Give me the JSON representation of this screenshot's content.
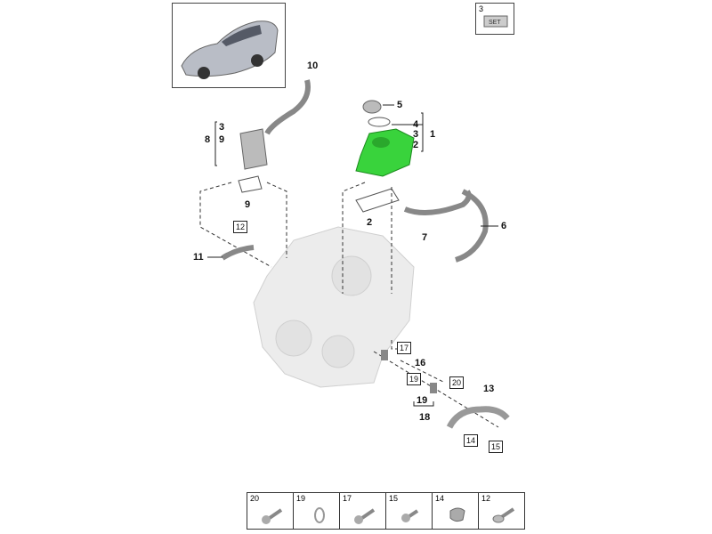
{
  "set_box": {
    "label": "3",
    "tag": "SET"
  },
  "callouts": {
    "c10": "10",
    "c5": "5",
    "c4": "4",
    "c3r": "3",
    "c1": "1",
    "c2r": "2",
    "c3l": "3",
    "c9l": "9",
    "c8": "8",
    "c9b": "9",
    "c2b": "2",
    "c7": "7",
    "c6": "6",
    "c11": "11",
    "c16": "16",
    "c13": "13",
    "c19b": "19",
    "c18": "18"
  },
  "boxed_callouts": {
    "b12": "12",
    "b17": "17",
    "b19": "19",
    "b20": "20",
    "b14": "14",
    "b15": "15"
  },
  "parts_table": [
    {
      "number": "20",
      "icon": "screw"
    },
    {
      "number": "19",
      "icon": "seal-ring"
    },
    {
      "number": "17",
      "icon": "screw"
    },
    {
      "number": "15",
      "icon": "screw"
    },
    {
      "number": "14",
      "icon": "clip"
    },
    {
      "number": "12",
      "icon": "screw"
    }
  ],
  "colors": {
    "highlight": "#39d33c",
    "engine": "#e6e6e6",
    "line": "#222222"
  }
}
